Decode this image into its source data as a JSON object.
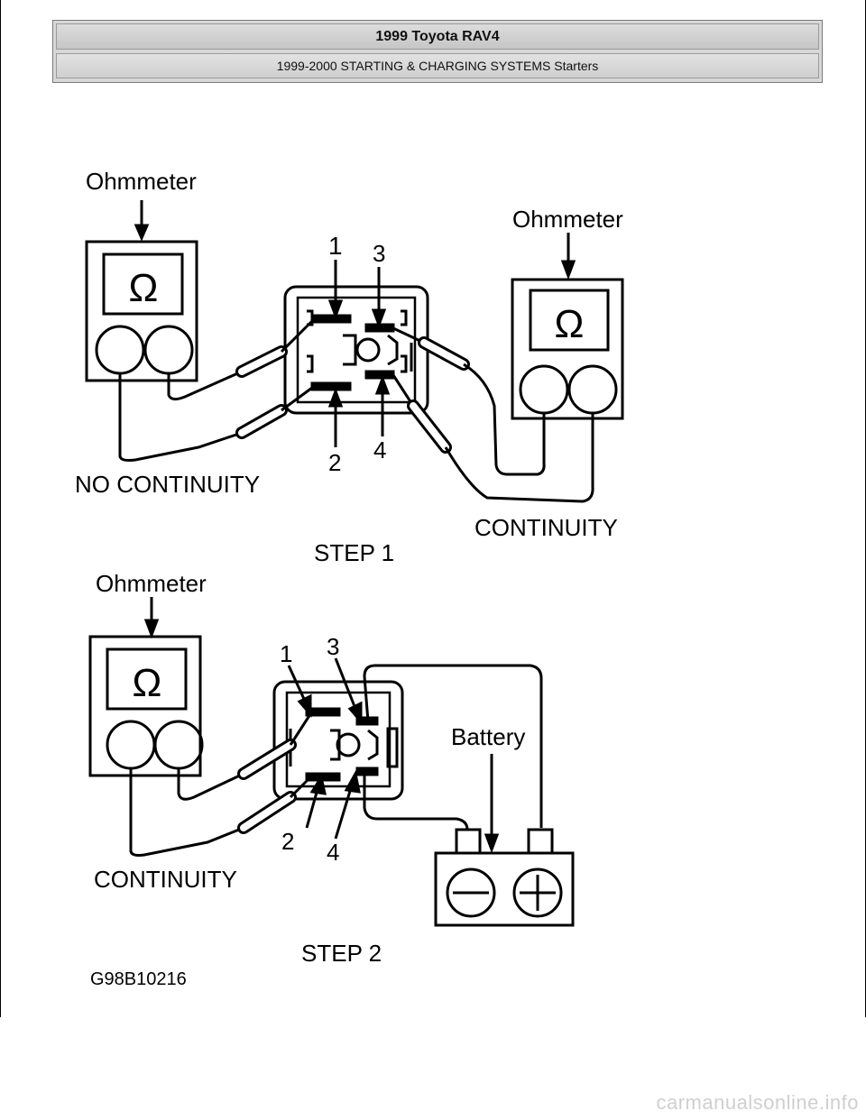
{
  "header": {
    "title": "1999 Toyota RAV4",
    "subtitle": "1999-2000 STARTING & CHARGING SYSTEMS Starters"
  },
  "figure": {
    "step1": {
      "ohmmeter_left_label": "Ohmmeter",
      "ohmmeter_right_label": "Ohmmeter",
      "ohm_symbol": "Ω",
      "terminal_1": "1",
      "terminal_2": "2",
      "terminal_3": "3",
      "terminal_4": "4",
      "left_result": "NO CONTINUITY",
      "right_result": "CONTINUITY",
      "caption": "STEP 1"
    },
    "step2": {
      "ohmmeter_label": "Ohmmeter",
      "ohm_symbol": "Ω",
      "terminal_1": "1",
      "terminal_2": "2",
      "terminal_3": "3",
      "terminal_4": "4",
      "battery_label": "Battery",
      "result": "CONTINUITY",
      "caption": "STEP 2"
    },
    "figure_id": "G98B10216"
  },
  "watermark": "carmanualsonline.info"
}
